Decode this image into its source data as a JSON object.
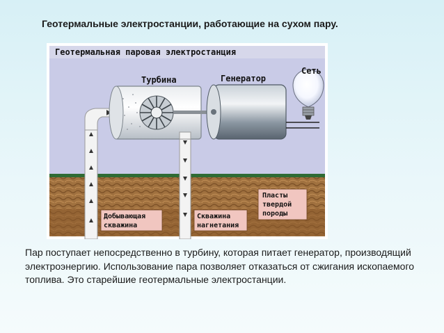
{
  "slide": {
    "title": "Геотермальные электростанции, работающие на сухом пару."
  },
  "diagram": {
    "banner": "Геотермальная паровая электростанция",
    "turbine_label": "Турбина",
    "generator_label": "Генератор",
    "grid_label": "Сеть",
    "production_well_line1": "Добывающая",
    "production_well_line2": "скважина",
    "injection_well_line1": "Скважина",
    "injection_well_line2": "нагнетания",
    "rock_line1": "Пласты",
    "rock_line2": "твердой",
    "rock_line3": "породы",
    "colors": {
      "sky": "#c9cbe7",
      "ground": "#a0713f",
      "ground_dark": "#6e4420",
      "grass": "#2f6b34",
      "rock_box": "#f1c6c0",
      "generator": "#8e9aa5"
    }
  },
  "caption": {
    "text": "Пар поступает непосредственно в турбину, которая питает генератор, производящий электроэнергию. Использование пара позволяет отказаться от сжигания ископаемого топлива. Это старейшие геотермальные электростанции."
  }
}
